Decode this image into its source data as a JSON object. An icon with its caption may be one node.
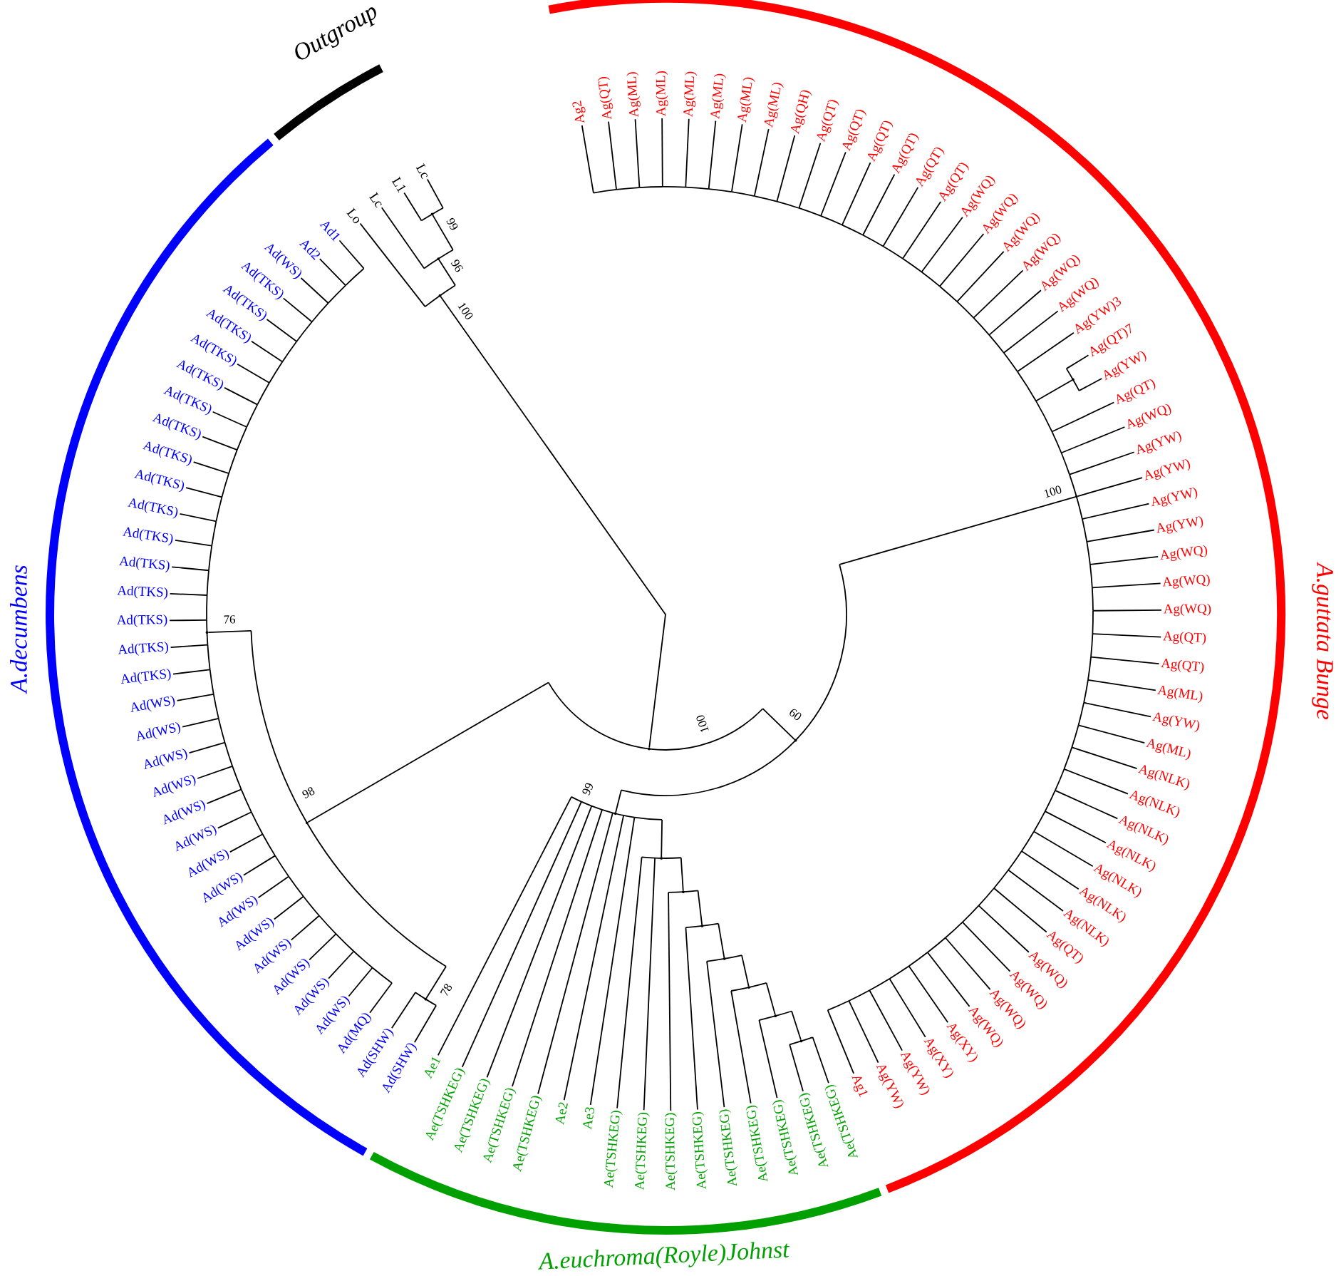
{
  "diagram": {
    "nodes": [
      {
        "text": [
          "Ag2"
        ]
      },
      {
        "text": [
          "Ag(QT)"
        ]
      },
      {
        "text": [
          "Ag(ML)"
        ]
      },
      {
        "text": [
          "Ag(ML)"
        ]
      },
      {
        "text": [
          "Ag(ML)"
        ]
      },
      {
        "text": [
          "Ag(ML)"
        ]
      },
      {
        "text": [
          "Ag(ML)"
        ]
      },
      {
        "text": [
          "Ag(ML)"
        ]
      },
      {
        "text": [
          "Ag(QH)"
        ]
      },
      {
        "text": [
          "Ag(QT)"
        ]
      },
      {
        "text": [
          "Ag(QT)"
        ]
      },
      {
        "text": [
          "Ag(QT)"
        ]
      },
      {
        "text": [
          "Ag(QT)"
        ]
      },
      {
        "text": [
          "Ag(QT)"
        ]
      },
      {
        "text": [
          "Ag(QT)"
        ]
      },
      {
        "text": [
          "Ag(WQ)"
        ]
      },
      {
        "text": [
          "Ag(WQ)"
        ]
      },
      {
        "text": [
          "Ag(WQ)"
        ]
      },
      {
        "text": [
          "Ag(WQ)"
        ]
      },
      {
        "text": [
          "Ag(WQ)"
        ]
      },
      {
        "text": [
          "Ag(WQ)"
        ]
      },
      {
        "text": [
          "Ag(YW)3"
        ]
      },
      {
        "text": [
          "Ag(QT)7"
        ]
      },
      {
        "text": [
          "Ag(YW)"
        ]
      },
      {
        "text": [
          "Ag(QT)"
        ]
      },
      {
        "text": [
          "Ag(WQ)"
        ]
      },
      {
        "text": [
          "Ag(YW)"
        ]
      },
      {
        "text": [
          "Ag(YW)"
        ]
      },
      {
        "text": [
          "Ag(YW)"
        ]
      },
      {
        "text": [
          "Ag(YW)"
        ]
      },
      {
        "text": [
          "Ag(WQ)"
        ]
      },
      {
        "text": [
          "Ag(WQ)"
        ]
      },
      {
        "text": [
          "Ag(WQ)"
        ]
      },
      {
        "text": [
          "Ag(QT)"
        ]
      },
      {
        "text": [
          "Ag(QT)"
        ]
      },
      {
        "text": [
          "Ag(ML)"
        ]
      },
      {
        "text": [
          "Ag(YW)"
        ]
      },
      {
        "text": [
          "Ag(ML)"
        ]
      },
      {
        "text": [
          "Ag(NLK)"
        ]
      },
      {
        "text": [
          "Ag(NLK)"
        ]
      },
      {
        "text": [
          "Ag(NLK)"
        ]
      },
      {
        "text": [
          "Ag(NLK)"
        ]
      },
      {
        "text": [
          "Ag(NLK)"
        ]
      },
      {
        "text": [
          "Ag(NLK)"
        ]
      },
      {
        "text": [
          "Ag(NLK)"
        ]
      },
      {
        "text": [
          "Ag(QT)"
        ]
      },
      {
        "text": [
          "Ag(WQ)"
        ]
      },
      {
        "text": [
          "Ag(WQ)"
        ]
      },
      {
        "text": [
          "Ag(WQ)"
        ]
      },
      {
        "text": [
          "Ag(WQ)"
        ]
      },
      {
        "text": [
          "Ag(XY)"
        ]
      },
      {
        "text": [
          "Ag(XY)"
        ]
      },
      {
        "text": [
          "Ag(YW)"
        ]
      },
      {
        "text": [
          "Ag(YW)"
        ]
      },
      {
        "text": [
          "Ag1"
        ]
      },
      {
        "text": [
          "Ae(TSHKEG)"
        ]
      },
      {
        "text": [
          "Ae(TSHKEG)"
        ]
      },
      {
        "text": [
          "Ae(TSHKEG)"
        ]
      },
      {
        "text": [
          "Ae(TSHKEG)"
        ]
      },
      {
        "text": [
          "Ae(TSHKEG)"
        ]
      },
      {
        "text": [
          "Ae(TSHKEG)"
        ]
      },
      {
        "text": [
          "Ae(TSHKEG)"
        ]
      },
      {
        "text": [
          "Ae(TSHKEG)"
        ]
      },
      {
        "text": [
          "Ae(TSHKEG)"
        ]
      },
      {
        "text": [
          "Ae3"
        ]
      },
      {
        "text": [
          "Ae2"
        ]
      },
      {
        "text": [
          "Ae(TSHKEG)"
        ]
      },
      {
        "text": [
          "Ae(TSHKEG)"
        ]
      },
      {
        "text": [
          "Ae(TSHKEG)"
        ]
      },
      {
        "text": [
          "Ae(TSHKEG)"
        ]
      },
      {
        "text": [
          "Ae1"
        ]
      },
      {
        "text": [
          "Ad(SHW)"
        ]
      },
      {
        "text": [
          "Ad(SHW)"
        ]
      },
      {
        "text": [
          "Ad(MQ)"
        ]
      },
      {
        "text": [
          "Ad(WS)"
        ]
      },
      {
        "text": [
          "Ad(WS)"
        ]
      },
      {
        "text": [
          "Ad(WS)"
        ]
      },
      {
        "text": [
          "Ad(WS)"
        ]
      },
      {
        "text": [
          "Ad(WS)"
        ]
      },
      {
        "text": [
          "Ad(WS)"
        ]
      },
      {
        "text": [
          "Ad(WS)"
        ]
      },
      {
        "text": [
          "Ad(WS)"
        ]
      },
      {
        "text": [
          "Ad(WS)"
        ]
      },
      {
        "text": [
          "Ad(WS)"
        ]
      },
      {
        "text": [
          "Ad(WS)"
        ]
      },
      {
        "text": [
          "Ad(WS)"
        ]
      },
      {
        "text": [
          "Ad(WS)"
        ]
      },
      {
        "text": [
          "Ad(WS)"
        ]
      },
      {
        "text": [
          "Ad(TKS)"
        ]
      },
      {
        "text": [
          "Ad(TKS)"
        ]
      },
      {
        "text": [
          "Ad(TKS)"
        ]
      },
      {
        "text": [
          "Ad(TKS)"
        ]
      },
      {
        "text": [
          "Ad(TKS)"
        ]
      },
      {
        "text": [
          "Ad(TKS)"
        ]
      },
      {
        "text": [
          "Ad(TKS)"
        ]
      },
      {
        "text": [
          "Ad(TKS)"
        ]
      },
      {
        "text": [
          "Ad(TKS)"
        ]
      },
      {
        "text": [
          "Ad(TKS)"
        ]
      },
      {
        "text": [
          "Ad(TKS)"
        ]
      },
      {
        "text": [
          "Ad(TKS)"
        ]
      },
      {
        "text": [
          "Ad(TKS)"
        ]
      },
      {
        "text": [
          "Ad(TKS)"
        ]
      },
      {
        "text": [
          "Ad(TKS)"
        ]
      },
      {
        "text": [
          "Ad(TKS)"
        ]
      },
      {
        "text": [
          "Ad(WS)"
        ]
      },
      {
        "text": [
          "Ad2"
        ]
      },
      {
        "text": [
          "Ad1"
        ]
      },
      {
        "text": [
          "Lo"
        ]
      },
      {
        "text": [
          "Lc"
        ]
      },
      {
        "text": [
          "L1"
        ]
      },
      {
        "text": [
          "Lc"
        ]
      },
      {
        "text": [],
        "shape": "point",
        "beside": [
          "100"
        ]
      },
      {
        "text": [],
        "shape": "point",
        "beside": [
          "96"
        ]
      },
      {
        "text": [],
        "shape": "point",
        "beside": [
          "99"
        ]
      },
      {
        "text": [],
        "shape": "point",
        "beside": [
          "100"
        ]
      },
      {
        "text": [],
        "shape": "point",
        "beside": [
          "60"
        ]
      },
      {
        "text": [],
        "shape": "point",
        "beside": [
          "100"
        ]
      },
      {
        "text": [],
        "shape": "point"
      },
      {
        "text": [],
        "shape": "point",
        "beside": [
          "99"
        ]
      },
      {
        "text": [],
        "shape": "point"
      },
      {
        "text": [],
        "shape": "point"
      },
      {
        "text": [],
        "shape": "point"
      },
      {
        "text": [],
        "shape": "point"
      },
      {
        "text": [],
        "shape": "point"
      },
      {
        "text": [],
        "shape": "point"
      },
      {
        "text": [],
        "shape": "point"
      },
      {
        "text": [],
        "shape": "point",
        "beside": [
          "98"
        ]
      },
      {
        "text": [],
        "shape": "point",
        "beside": [
          "76"
        ]
      },
      {
        "text": [],
        "shape": "point",
        "beside": [
          "78"
        ]
      }
    ],
    "edges": [
      {
        "from": 114,
        "to": 111,
        "arrow": "none"
      },
      {
        "from": 111,
        "to": 107,
        "arrow": "none"
      },
      {
        "from": 111,
        "to": 112,
        "arrow": "none"
      },
      {
        "from": 112,
        "to": 108,
        "arrow": "none"
      },
      {
        "from": 112,
        "to": 113,
        "arrow": "none"
      },
      {
        "from": 113,
        "to": 109,
        "arrow": "none"
      },
      {
        "from": 113,
        "to": 110,
        "arrow": "none"
      },
      {
        "from": 114,
        "to": 115,
        "arrow": "none"
      },
      {
        "from": 114,
        "to": 126,
        "arrow": "none"
      },
      {
        "from": 115,
        "to": 116,
        "arrow": "none"
      },
      {
        "from": 115,
        "to": 118,
        "arrow": "none"
      },
      {
        "from": 116,
        "to": 0,
        "arrow": "none"
      },
      {
        "from": 116,
        "to": 1,
        "arrow": "none"
      },
      {
        "from": 116,
        "to": 2,
        "arrow": "none"
      },
      {
        "from": 116,
        "to": 3,
        "arrow": "none"
      },
      {
        "from": 116,
        "to": 4,
        "arrow": "none"
      },
      {
        "from": 116,
        "to": 5,
        "arrow": "none"
      },
      {
        "from": 116,
        "to": 6,
        "arrow": "none"
      },
      {
        "from": 116,
        "to": 7,
        "arrow": "none"
      },
      {
        "from": 116,
        "to": 8,
        "arrow": "none"
      },
      {
        "from": 116,
        "to": 9,
        "arrow": "none"
      },
      {
        "from": 116,
        "to": 10,
        "arrow": "none"
      },
      {
        "from": 116,
        "to": 11,
        "arrow": "none"
      },
      {
        "from": 116,
        "to": 12,
        "arrow": "none"
      },
      {
        "from": 116,
        "to": 13,
        "arrow": "none"
      },
      {
        "from": 116,
        "to": 14,
        "arrow": "none"
      },
      {
        "from": 116,
        "to": 15,
        "arrow": "none"
      },
      {
        "from": 116,
        "to": 16,
        "arrow": "none"
      },
      {
        "from": 116,
        "to": 17,
        "arrow": "none"
      },
      {
        "from": 116,
        "to": 18,
        "arrow": "none"
      },
      {
        "from": 116,
        "to": 19,
        "arrow": "none"
      },
      {
        "from": 116,
        "to": 20,
        "arrow": "none"
      },
      {
        "from": 116,
        "to": 21,
        "arrow": "none"
      },
      {
        "from": 116,
        "to": 117,
        "arrow": "none"
      },
      {
        "from": 117,
        "to": 22,
        "arrow": "none"
      },
      {
        "from": 117,
        "to": 23,
        "arrow": "none"
      },
      {
        "from": 116,
        "to": 24,
        "arrow": "none"
      },
      {
        "from": 116,
        "to": 25,
        "arrow": "none"
      },
      {
        "from": 116,
        "to": 26,
        "arrow": "none"
      },
      {
        "from": 116,
        "to": 27,
        "arrow": "none"
      },
      {
        "from": 116,
        "to": 28,
        "arrow": "none"
      },
      {
        "from": 116,
        "to": 29,
        "arrow": "none"
      },
      {
        "from": 116,
        "to": 30,
        "arrow": "none"
      },
      {
        "from": 116,
        "to": 31,
        "arrow": "none"
      },
      {
        "from": 116,
        "to": 32,
        "arrow": "none"
      },
      {
        "from": 116,
        "to": 33,
        "arrow": "none"
      },
      {
        "from": 116,
        "to": 34,
        "arrow": "none"
      },
      {
        "from": 116,
        "to": 35,
        "arrow": "none"
      },
      {
        "from": 116,
        "to": 36,
        "arrow": "none"
      },
      {
        "from": 116,
        "to": 37,
        "arrow": "none"
      },
      {
        "from": 116,
        "to": 38,
        "arrow": "none"
      },
      {
        "from": 116,
        "to": 39,
        "arrow": "none"
      },
      {
        "from": 116,
        "to": 40,
        "arrow": "none"
      },
      {
        "from": 116,
        "to": 41,
        "arrow": "none"
      },
      {
        "from": 116,
        "to": 42,
        "arrow": "none"
      },
      {
        "from": 116,
        "to": 43,
        "arrow": "none"
      },
      {
        "from": 116,
        "to": 44,
        "arrow": "none"
      },
      {
        "from": 116,
        "to": 45,
        "arrow": "none"
      },
      {
        "from": 116,
        "to": 46,
        "arrow": "none"
      },
      {
        "from": 116,
        "to": 47,
        "arrow": "none"
      },
      {
        "from": 116,
        "to": 48,
        "arrow": "none"
      },
      {
        "from": 116,
        "to": 49,
        "arrow": "none"
      },
      {
        "from": 116,
        "to": 50,
        "arrow": "none"
      },
      {
        "from": 116,
        "to": 51,
        "arrow": "none"
      },
      {
        "from": 116,
        "to": 52,
        "arrow": "none"
      },
      {
        "from": 116,
        "to": 53,
        "arrow": "none"
      },
      {
        "from": 116,
        "to": 54,
        "arrow": "none"
      },
      {
        "from": 118,
        "to": 119,
        "arrow": "none"
      },
      {
        "from": 118,
        "to": 64,
        "arrow": "none"
      },
      {
        "from": 118,
        "to": 65,
        "arrow": "none"
      },
      {
        "from": 118,
        "to": 66,
        "arrow": "none"
      },
      {
        "from": 118,
        "to": 67,
        "arrow": "none"
      },
      {
        "from": 118,
        "to": 68,
        "arrow": "none"
      },
      {
        "from": 118,
        "to": 69,
        "arrow": "none"
      },
      {
        "from": 118,
        "to": 70,
        "arrow": "none"
      },
      {
        "from": 119,
        "to": 120,
        "arrow": "none"
      },
      {
        "from": 119,
        "to": 62,
        "arrow": "none"
      },
      {
        "from": 119,
        "to": 63,
        "arrow": "none"
      },
      {
        "from": 120,
        "to": 121,
        "arrow": "none"
      },
      {
        "from": 120,
        "to": 61,
        "arrow": "none"
      },
      {
        "from": 121,
        "to": 122,
        "arrow": "none"
      },
      {
        "from": 121,
        "to": 60,
        "arrow": "none"
      },
      {
        "from": 122,
        "to": 123,
        "arrow": "none"
      },
      {
        "from": 122,
        "to": 59,
        "arrow": "none"
      },
      {
        "from": 123,
        "to": 124,
        "arrow": "none"
      },
      {
        "from": 123,
        "to": 58,
        "arrow": "none"
      },
      {
        "from": 124,
        "to": 125,
        "arrow": "none"
      },
      {
        "from": 124,
        "to": 57,
        "arrow": "none"
      },
      {
        "from": 125,
        "to": 55,
        "arrow": "none"
      },
      {
        "from": 125,
        "to": 56,
        "arrow": "none"
      },
      {
        "from": 126,
        "to": 128,
        "arrow": "none"
      },
      {
        "from": 126,
        "to": 127,
        "arrow": "none"
      },
      {
        "from": 128,
        "to": 71,
        "arrow": "none"
      },
      {
        "from": 128,
        "to": 72,
        "arrow": "none"
      },
      {
        "from": 127,
        "to": 73,
        "arrow": "none"
      },
      {
        "from": 127,
        "to": 74,
        "arrow": "none"
      },
      {
        "from": 127,
        "to": 75,
        "arrow": "none"
      },
      {
        "from": 127,
        "to": 76,
        "arrow": "none"
      },
      {
        "from": 127,
        "to": 77,
        "arrow": "none"
      },
      {
        "from": 127,
        "to": 78,
        "arrow": "none"
      },
      {
        "from": 127,
        "to": 79,
        "arrow": "none"
      },
      {
        "from": 127,
        "to": 80,
        "arrow": "none"
      },
      {
        "from": 127,
        "to": 81,
        "arrow": "none"
      },
      {
        "from": 127,
        "to": 82,
        "arrow": "none"
      },
      {
        "from": 127,
        "to": 83,
        "arrow": "none"
      },
      {
        "from": 127,
        "to": 84,
        "arrow": "none"
      },
      {
        "from": 127,
        "to": 85,
        "arrow": "none"
      },
      {
        "from": 127,
        "to": 86,
        "arrow": "none"
      },
      {
        "from": 127,
        "to": 87,
        "arrow": "none"
      },
      {
        "from": 127,
        "to": 88,
        "arrow": "none"
      },
      {
        "from": 127,
        "to": 89,
        "arrow": "none"
      },
      {
        "from": 127,
        "to": 90,
        "arrow": "none"
      },
      {
        "from": 127,
        "to": 91,
        "arrow": "none"
      },
      {
        "from": 127,
        "to": 92,
        "arrow": "none"
      },
      {
        "from": 127,
        "to": 93,
        "arrow": "none"
      },
      {
        "from": 127,
        "to": 94,
        "arrow": "none"
      },
      {
        "from": 127,
        "to": 95,
        "arrow": "none"
      },
      {
        "from": 127,
        "to": 96,
        "arrow": "none"
      },
      {
        "from": 127,
        "to": 97,
        "arrow": "none"
      },
      {
        "from": 127,
        "to": 98,
        "arrow": "none"
      },
      {
        "from": 127,
        "to": 99,
        "arrow": "none"
      },
      {
        "from": 127,
        "to": 100,
        "arrow": "none"
      },
      {
        "from": 127,
        "to": 101,
        "arrow": "none"
      },
      {
        "from": 127,
        "to": 102,
        "arrow": "none"
      },
      {
        "from": 127,
        "to": 103,
        "arrow": "none"
      },
      {
        "from": 127,
        "to": 104,
        "arrow": "none"
      },
      {
        "from": 127,
        "to": 105,
        "arrow": "none"
      },
      {
        "from": 127,
        "to": 106,
        "arrow": "none"
      }
    ],
    "labels": [
      "Outgroup",
      "A.decumbens",
      "A.guttata Bunge",
      "A.euchroma(Royle)Johnst"
    ]
  }
}
